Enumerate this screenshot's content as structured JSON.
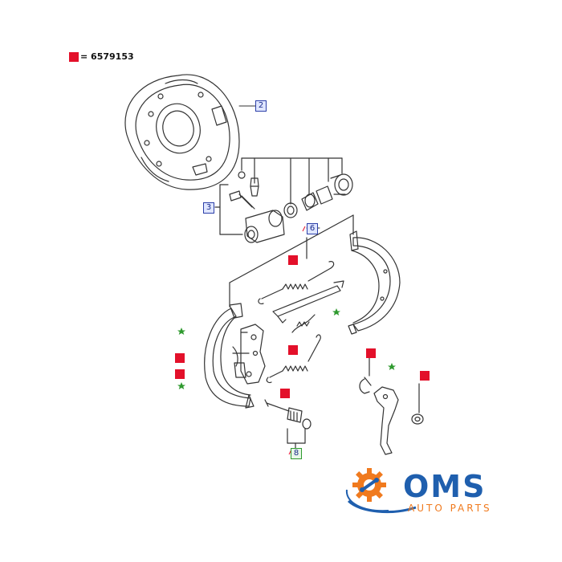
{
  "legend": {
    "swatch_color": "#e3102a",
    "text": "= 6579153"
  },
  "callouts": {
    "backing_plate": "2",
    "wheel_cylinder": "3",
    "shoe_kit": "6",
    "adjuster_kit": "8"
  },
  "logo": {
    "main_text": "OMS",
    "sub_text": "AUTO PARTS",
    "primary_color": "#1f5fae",
    "accent_color": "#f07a1e"
  },
  "colors": {
    "line": "#333333",
    "marker_red": "#e3102a",
    "star_green": "#2f9a2f",
    "callout_blue": "#2c3fa8",
    "callout_green": "#2f9a2f"
  }
}
